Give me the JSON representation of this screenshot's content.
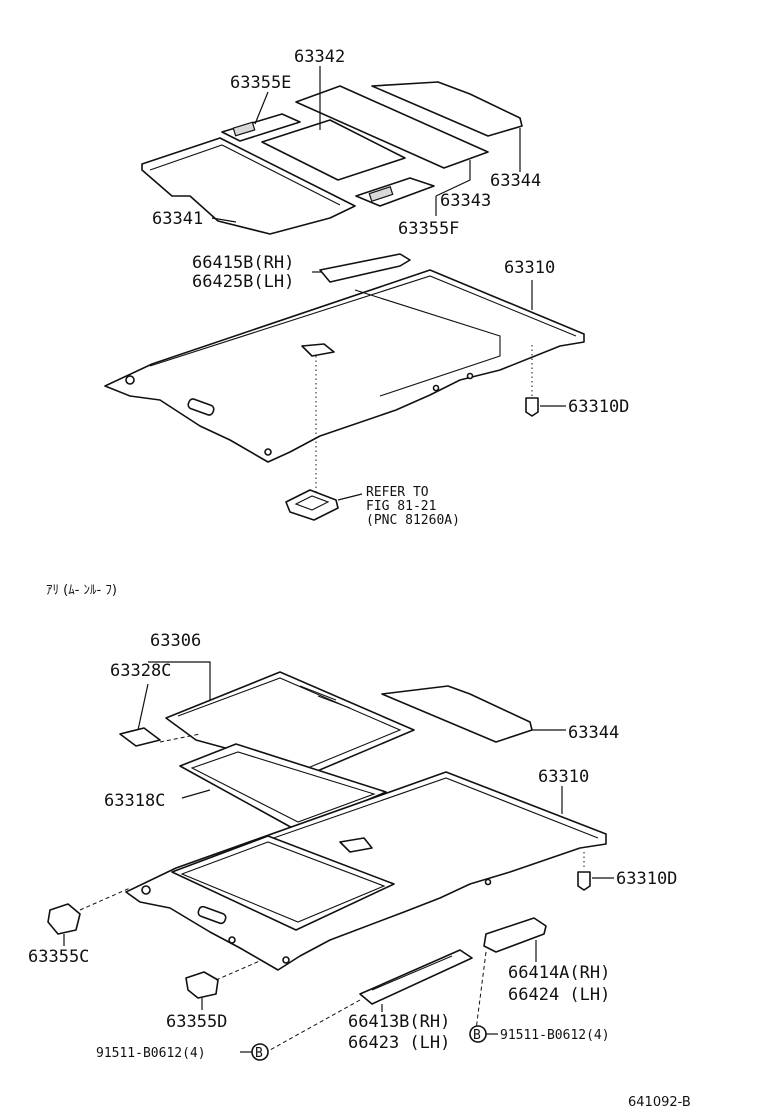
{
  "top_section": {
    "labels": {
      "p63342": "63342",
      "p63355E": "63355E",
      "p63344": "63344",
      "p63343": "63343",
      "p63341": "63341",
      "p63355F": "63355F",
      "p66415B": "66415B(RH)",
      "p66425B": "66425B(LH)",
      "p63310": "63310",
      "p63310D": "63310D"
    },
    "refer": {
      "line1": "REFER TO",
      "line2": "FIG 81-21",
      "line3": "(PNC 81260A)"
    }
  },
  "section_caption": "ｱﾘ (ﾑ- ﾝﾙ- ﾌ)",
  "bottom_section": {
    "labels": {
      "p63306": "63306",
      "p63328C": "63328C",
      "p63344": "63344",
      "p63310": "63310",
      "p63318C": "63318C",
      "p63310D": "63310D",
      "p63355C": "63355C",
      "p66414A": "66414A(RH)",
      "p66424": "66424 (LH)",
      "p63355D": "63355D",
      "p66413B": "66413B(RH)",
      "p66423": "66423 (LH)",
      "bolt_left": "91511-B0612(4)",
      "bolt_right": "91511-B0612(4)",
      "circle_b": "B"
    }
  },
  "figure_id": "641092-B"
}
